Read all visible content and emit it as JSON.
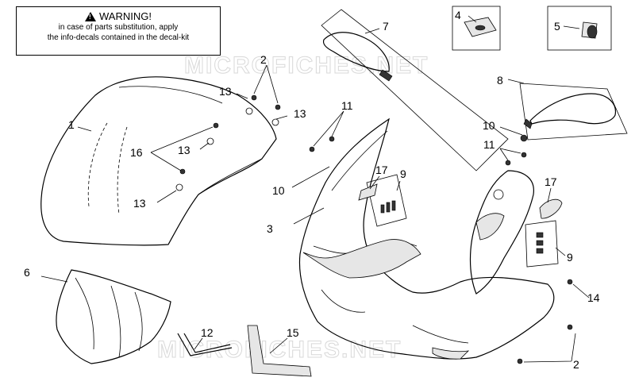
{
  "warning": {
    "title": "WARNING!",
    "line1": "in case of parts substitution, apply",
    "line2": "the info-decals contained in the decal-kit"
  },
  "watermark": "MICROFICHES.NET",
  "callouts": {
    "c1": "1",
    "c2a": "2",
    "c2b": "2",
    "c3": "3",
    "c4": "4",
    "c5": "5",
    "c6": "6",
    "c7": "7",
    "c8": "8",
    "c9a": "9",
    "c9b": "9",
    "c10a": "10",
    "c10b": "10",
    "c11a": "11",
    "c11b": "11",
    "c12": "12",
    "c13a": "13",
    "c13b": "13",
    "c13c": "13",
    "c13d": "13",
    "c14": "14",
    "c15": "15",
    "c16": "16",
    "c17a": "17",
    "c17b": "17"
  }
}
